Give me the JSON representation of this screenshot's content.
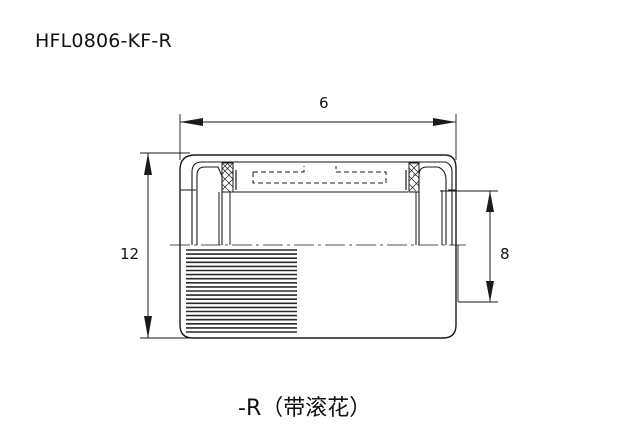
{
  "drawing": {
    "part_number": "HFL0806-KF-R",
    "caption": "-R（带滚花）",
    "dimensions": {
      "width": "6",
      "outer_diameter": "12",
      "inner_diameter": "8"
    },
    "features": [
      "knurled-outer-surface",
      "seal-rings",
      "needle-roller-cage",
      "clutch-springs"
    ]
  },
  "colors": {
    "line": "#1a1a1a",
    "background": "#ffffff"
  }
}
